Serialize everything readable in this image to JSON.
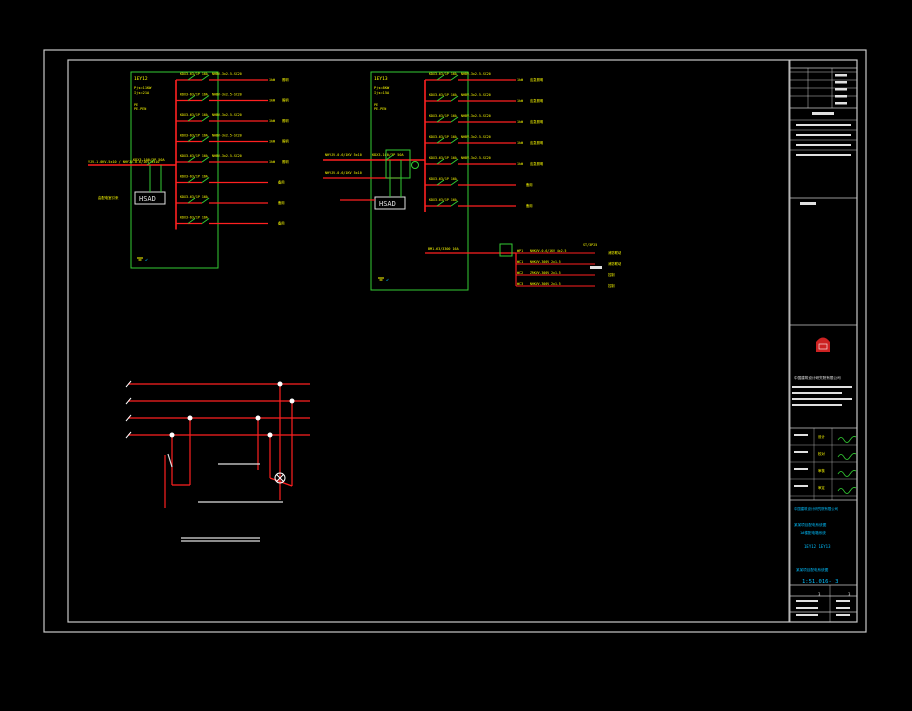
{
  "drawing": {
    "background": "#000000",
    "colors": {
      "frame": "#c8c8c8",
      "panel": "#33cc33",
      "circuit": "#ff2020",
      "label": "#ffff00",
      "accent": "#00bfff",
      "text_white": "#e0e0e0",
      "logo": "#cc2222"
    },
    "panel1": {
      "id": "1EY12",
      "specs": [
        "Pjs=11KW",
        "Ijs=21A"
      ],
      "specs2": [
        "PE",
        "PE-PEN"
      ],
      "main_breaker": "KDX3-100/3P 50A",
      "incoming_cable": "YJV-1.0KV-5x10 / NHYJV-0.6/1KV 5x10",
      "source_note": "由配电室引来",
      "hsad": "HSAD",
      "branches": [
        {
          "breaker": "KDX3-63/1P 16A",
          "cable": "NHBV-3x2.5-SC20",
          "load": "照明",
          "power": "1kW"
        },
        {
          "breaker": "KDX3-63/1P 16A",
          "cable": "NHBV-3x2.5-SC20",
          "load": "照明",
          "power": "1kW"
        },
        {
          "breaker": "KDX3-63/1P 16A",
          "cable": "NHBV-3x2.5-SC20",
          "load": "照明",
          "power": "1kW"
        },
        {
          "breaker": "KDX3-63/1P 16A",
          "cable": "NHBV-3x2.5-SC20",
          "load": "照明",
          "power": "1kW"
        },
        {
          "breaker": "KDX3-63/1P 16A",
          "cable": "NHBV-3x2.5-SC20",
          "load": "照明",
          "power": "1kW"
        },
        {
          "breaker": "KDX3-63/1P 16A",
          "cable": "",
          "load": "备用",
          "power": ""
        },
        {
          "breaker": "KDX3-63/1P 16A",
          "cable": "",
          "load": "备用",
          "power": ""
        },
        {
          "breaker": "KDX3-63/1P 16A",
          "cable": "",
          "load": "备用",
          "power": ""
        }
      ]
    },
    "panel2": {
      "id": "1EY13",
      "specs": [
        "Pjs=8KW",
        "Ijs=15A"
      ],
      "specs2": [
        "PE",
        "PE-PEN"
      ],
      "main_breaker": "KDX3-100/3P 50A",
      "incoming_cable": "NHYJV-0.6/1KV 5x10",
      "incoming_cable2": "NHYJV-0.6/1KV 5x10",
      "hsad": "HSAD",
      "branches": [
        {
          "breaker": "KDX3-63/1P 16A",
          "cable": "NHBV-3x2.5-SC20",
          "load": "应急照明",
          "power": "1kW"
        },
        {
          "breaker": "KDX3-63/1P 16A",
          "cable": "NHBV-3x2.5-SC20",
          "load": "应急照明",
          "power": "1kW"
        },
        {
          "breaker": "KDX3-63/1P 16A",
          "cable": "NHBV-3x2.5-SC20",
          "load": "应急照明",
          "power": "1kW"
        },
        {
          "breaker": "KDX3-63/1P 16A",
          "cable": "NHBV-3x2.5-SC20",
          "load": "应急照明",
          "power": "1kW"
        },
        {
          "breaker": "KDX3-63/1P 16A",
          "cable": "NHBV-3x2.5-SC20",
          "load": "应急照明",
          "power": "1kW"
        },
        {
          "breaker": "KDX3-63/1P 16A",
          "cable": "",
          "load": "备用",
          "power": ""
        },
        {
          "breaker": "KDX3-63/1P 16A",
          "cable": "",
          "load": "备用",
          "power": ""
        }
      ],
      "special_branches": [
        {
          "code": "WP1",
          "cable": "NHKVV-0.6/1KV 4x2.5",
          "load": "消防联动"
        },
        {
          "code": "WC1",
          "cable": "NHKVV-300V 2x1.5",
          "load": "消防联动"
        },
        {
          "code": "WC2",
          "cable": "ZRKVV-300V 2x1.5",
          "load": "控制"
        },
        {
          "code": "WC3",
          "cable": "NHKVV-300V 2x1.5",
          "load": "控制"
        }
      ],
      "special_breaker": "BM1-63/3300 16A",
      "relay_label": "ST/3P25"
    },
    "title_block": {
      "company": "中国建筑设计研究院有限公司",
      "project_line1": "某某项目配电系统图",
      "project_line2": "1#楼配电箱系统",
      "drawing_name": "1EY12 1EY13",
      "drawing_number": "1:51.016- 3",
      "sheet": "3",
      "rows": [
        "设计",
        "校对",
        "审核",
        "审定"
      ]
    }
  }
}
